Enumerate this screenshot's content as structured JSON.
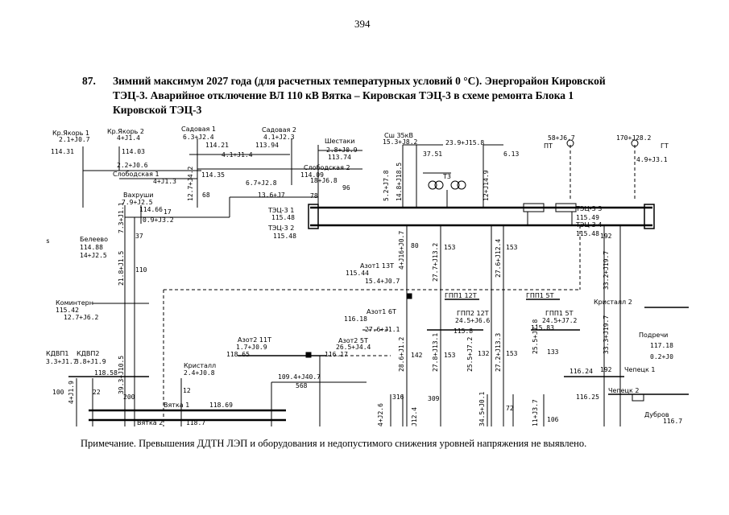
{
  "page_number": "394",
  "heading": {
    "number": "87.",
    "lines": [
      "Зимний максимум 2027 года (для расчетных температурных условий 0 °С). Энергорайон Кировской",
      "ТЭЦ-3. Аварийное отключение ВЛ 110 кВ Вятка – Кировская ТЭЦ-3 в схеме ремонта Блока 1",
      "Кировской ТЭЦ-3"
    ]
  },
  "diagram": {
    "nodes": {
      "kr_yakor1": {
        "name": "Кр.Якорь 1",
        "flow": "2.1+J0.7",
        "voltage": "114.31"
      },
      "kr_yakor2": {
        "name": "Кр.Якорь 2",
        "flow": "4+J1.4",
        "voltage": "114.03"
      },
      "sadovaya1": {
        "name": "Садовая 1",
        "flow": "6.3+J2.4",
        "voltage": "114.21"
      },
      "sadovaya2": {
        "name": "Садовая 2",
        "flow": "4.1+J2.3",
        "voltage": "113.94"
      },
      "shestaki": {
        "name": "Шестаки",
        "flow": "2.8+J0.9",
        "voltage": "113.74"
      },
      "ssh35": {
        "name": "Сш 35кВ",
        "flow": "15.3+J8.2",
        "voltage": "37.51"
      },
      "n23_9": {
        "flow": "23.9+J15.8",
        "voltage": "6.13"
      },
      "pt": {
        "name": "ПТ",
        "flow": "58+J6.7"
      },
      "gt": {
        "name": "ГТ",
        "flow": "170+J28.2",
        "flow2": "4.9+J3.1"
      },
      "slob1": {
        "name": "Слободская 1",
        "flow": "4+J1.3",
        "voltage": "114.35"
      },
      "slob2": {
        "name": "Слободская 2",
        "voltage": "114.09"
      },
      "t3": {
        "name": "Т3"
      },
      "vekhrushi": {
        "name": "Вахруши",
        "flow": "7.9+J2.5",
        "voltage": "114.66"
      },
      "tec3_1": {
        "name": "ТЭЦ-3 1",
        "voltage": "115.48"
      },
      "tec3_2": {
        "name": "ТЭЦ-3 2",
        "voltage": "115.48"
      },
      "tec3_3": {
        "name": "ТЭЦ-3 3",
        "voltage": "115.49"
      },
      "tec3_4": {
        "name": "ТЭЦ-3 4",
        "voltage": "115.48"
      },
      "belevo": {
        "name": "Белеево",
        "voltage": "114.88",
        "flow": "14+J2.5"
      },
      "azot13t": {
        "name": "Азот1 13Т",
        "voltage": "115.44",
        "flow": "15.4+J0.7"
      },
      "gpp1_12t": {
        "name": "ГПП1 12Т"
      },
      "gpp1_5t": {
        "name": "ГПП1 5Т"
      },
      "kominter": {
        "name": "Коминтерн",
        "voltage": "115.42",
        "flow": "12.7+J6.2"
      },
      "kristall2": {
        "name": "Кристалл 2"
      },
      "azot1_6t": {
        "name": "Азот1 6Т",
        "voltage": "116.18",
        "flow": "27.6+J1.1"
      },
      "gpp2_12t": {
        "name": "ГПП2 12Т",
        "flow": "24.5+J6.6",
        "voltage": "115.8"
      },
      "gpp1_5t_b": {
        "name": "ГПП1 5Т",
        "flow": "24.5+J7.2",
        "voltage": "115.83"
      },
      "podrech": {
        "name": "Подречи",
        "voltage": "117.18",
        "flow": "0.2+J0"
      },
      "azot2_11t": {
        "name": "Азот2 11Т",
        "flow": "1.7+J0.9",
        "voltage": "118.65"
      },
      "azot2_5t": {
        "name": "Азот2 5Т",
        "flow": "26.5+J4.4",
        "voltage": "116.17"
      },
      "kdvp1": {
        "name": "КДВП1",
        "flow": "3.3+J1.7"
      },
      "kdvp2": {
        "name": "КДВП2",
        "flow": "3.8+J1.9",
        "voltage": "118.58"
      },
      "kristall": {
        "name": "Кристалл",
        "flow": "2.4+J0.8"
      },
      "vyatka1": {
        "name": "Вятка 1",
        "voltage": "118.69"
      },
      "vyatka2": {
        "name": "Вятка 2",
        "voltage": "118.7"
      },
      "chepets1": {
        "name": "Чепецк 1",
        "voltage": "116.24"
      },
      "chepets2": {
        "name": "Чепецк 2",
        "voltage": "116.25"
      },
      "dubrov": {
        "name": "Дубров",
        "voltage": "116.7"
      }
    },
    "flows": {
      "f_2_2": "2.2+J0.6",
      "f_4_1": "4.1+J1.4",
      "f_6_7": "6.7+J2.8",
      "f_18": "18+J6.8",
      "f_13_6": "13.6+J7",
      "f_0_9": "0.9+J3.2",
      "f_109": "109.4+J40.7",
      "v_12_7": "12.7+J4.2",
      "v_5_2": "5.2+J7.8",
      "v_14_8": "14.8+J18.5",
      "v_12_14": "12+J14.9",
      "v_7_3": "7.3+J1.1",
      "v_21_8": "21.8+J1.5",
      "v_4_16": "4+J16+J0.7",
      "v_27_7": "27.7+J13.2",
      "v_27_6": "27.6+J12.4",
      "v_33_2": "33.2+J19.7",
      "v_28_6": "28.6+J1.2",
      "v_27_8": "27.8+J13.1",
      "v_25_5": "25.5+J7.2",
      "v_27_2": "27.2+J13.3",
      "v_25_5b": "25.5+J7.8",
      "v_33_3": "33.3+J19.7",
      "v_39_3": "39.3+J10.5",
      "v_4_1": "4+J1.9",
      "v_4_2": "4+J2.6",
      "v_12_4": "J12.4",
      "v_34_5": "34.5+J0.1",
      "v_11": "11+J3.7"
    },
    "loadings": {
      "l68": "68",
      "l96": "96",
      "l78": "78",
      "l17": "17",
      "l37": "37",
      "l80": "80",
      "l153": "153",
      "l153b": "153",
      "l192": "192",
      "l110": "110",
      "l142": "142",
      "l153c": "153",
      "l132": "132",
      "l153d": "153",
      "l133": "133",
      "l192b": "192",
      "l22": "22",
      "l200": "200",
      "l100": "100",
      "l12": "12",
      "l568": "568",
      "l316": "316",
      "l309": "309",
      "l72": "72",
      "l106": "106"
    },
    "misc": {
      "s_left": "s"
    }
  },
  "note": "Примечание. Превышения ДДТН ЛЭП и оборудования и недопустимого снижения уровней напряжения не выявлено."
}
